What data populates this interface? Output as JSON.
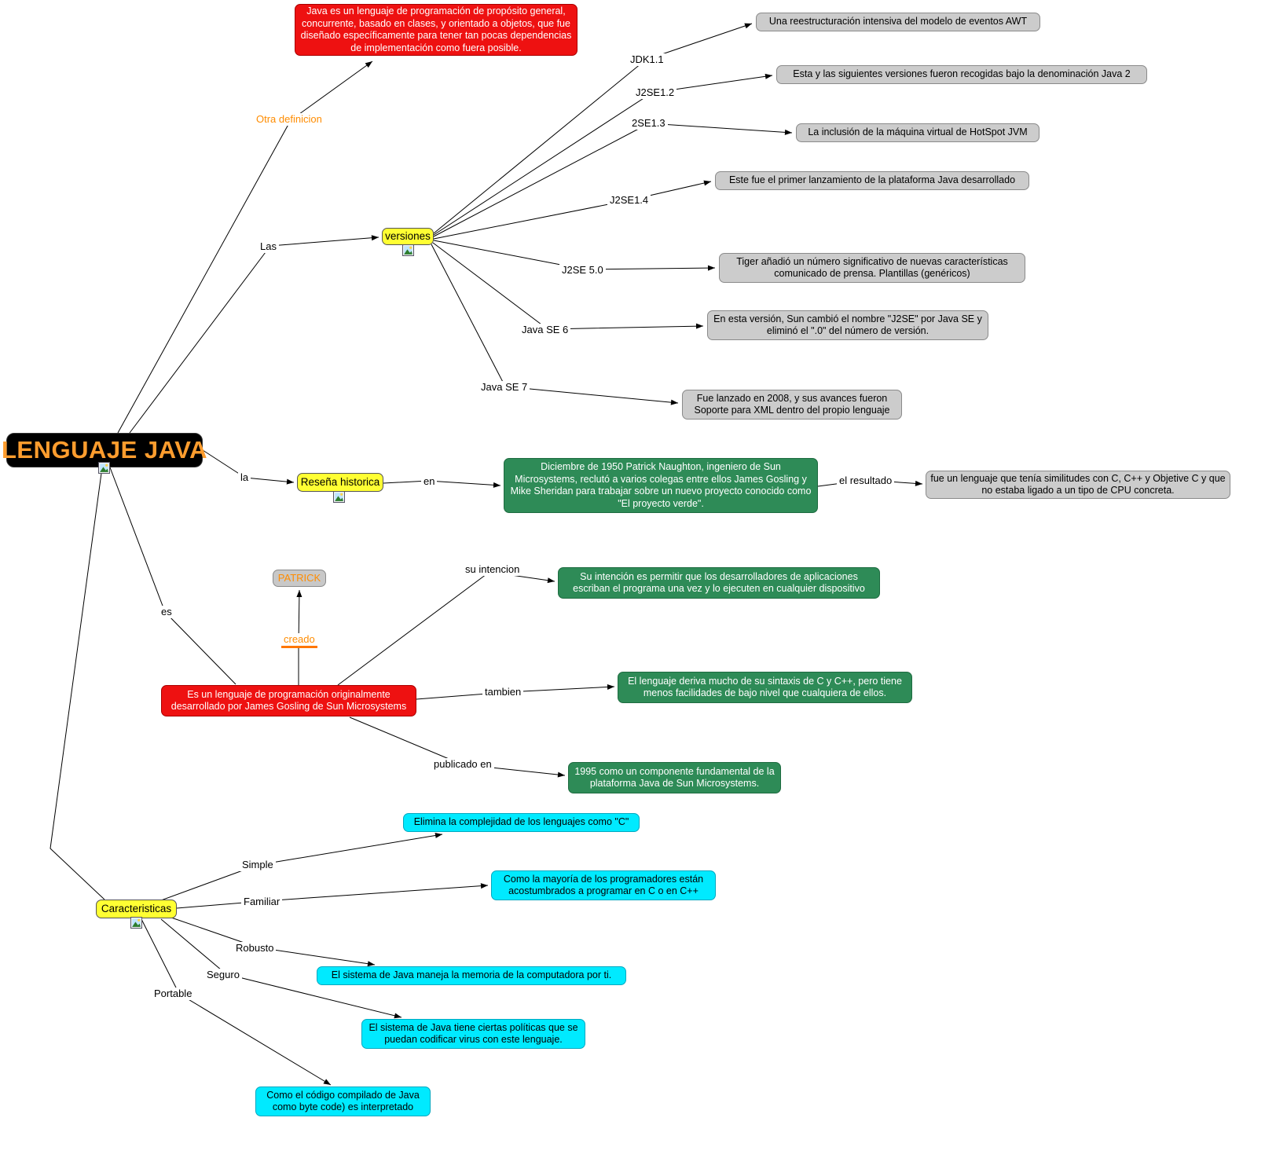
{
  "map": {
    "title": "LENGUAJE JAVA"
  },
  "definition": {
    "link": "Otra definicion",
    "text": "Java es un lenguaje de programación de propósito general, concurrente, basado en clases, y orientado a objetos, que fue diseñado específicamente para tener tan pocas dependencias de implementación como fuera posible."
  },
  "versions": {
    "hub": "versiones",
    "link": "Las",
    "items": [
      {
        "label": "JDK1.1",
        "text": "Una reestructuración intensiva del modelo de eventos AWT"
      },
      {
        "label": "J2SE1.2",
        "text": "Esta y las siguientes versiones fueron recogidas bajo la denominación Java 2"
      },
      {
        "label": "2SE1.3",
        "text": "La inclusión de la máquina virtual de HotSpot JVM"
      },
      {
        "label": "J2SE1.4",
        "text": "Este fue el primer lanzamiento de la plataforma Java desarrollado"
      },
      {
        "label": "J2SE 5.0",
        "text": "Tiger añadió un número significativo de nuevas características comunicado de prensa. Plantillas (genéricos)"
      },
      {
        "label": "Java SE 6",
        "text": "En esta versión, Sun cambió el nombre \"J2SE\" por Java SE y eliminó el \".0\" del número de versión."
      },
      {
        "label": "Java SE 7",
        "text": "Fue lanzado en 2008, y sus avances fueron Soporte para XML dentro del propio lenguaje"
      }
    ]
  },
  "history": {
    "link_la": "la",
    "hub": "Reseña historica",
    "link_en": "en",
    "text": "Diciembre de 1950 Patrick Naughton, ingeniero de Sun Microsystems, reclutó a varios colegas entre ellos James Gosling y Mike Sheridan para trabajar sobre un nuevo proyecto conocido como \"El proyecto verde\".",
    "link_result": "el resultado",
    "result": "fue un lenguaje que tenía similitudes con C, C++ y Objetive C y que no estaba ligado a un tipo de CPU concreta."
  },
  "origin": {
    "link_es": "es",
    "text": "Es un lenguaje de programación originalmente desarrollado por James Gosling de Sun Microsystems",
    "link_creado": "creado",
    "patrick": "PATRICK",
    "link_intencion": "su intencion",
    "intencion": "Su intención es permitir que los desarrolladores de aplicaciones escriban el programa una vez y lo ejecuten en cualquier dispositivo",
    "link_tambien": "tambien",
    "tambien": "El lenguaje deriva mucho de su sintaxis de C y C++, pero tiene menos facilidades de bajo nivel que cualquiera de ellos.",
    "link_publicado": "publicado en",
    "publicado": "1995 como un componente fundamental de la plataforma Java de Sun Microsystems."
  },
  "features": {
    "hub": "Caracteristicas",
    "items": [
      {
        "label": "Simple",
        "text": "Elimina la complejidad de los lenguajes como \"C\""
      },
      {
        "label": "Familiar",
        "text": "Como la mayoría de los programadores están acostumbrados a programar en C o en C++"
      },
      {
        "label": "Robusto",
        "text": "El sistema de Java maneja la memoria de la computadora por ti."
      },
      {
        "label": "Seguro",
        "text": "El sistema de Java tiene ciertas políticas que se puedan codificar virus con este lenguaje."
      },
      {
        "label": "Portable",
        "text": "Como el código compilado de Java como byte code) es interpretado"
      }
    ]
  },
  "colors": {
    "topic_bg": "#000000",
    "topic_text": "#ff9d2e",
    "concept_red": "#ee1111",
    "concept_green": "#2e8b57",
    "concept_gray": "#cccccc",
    "concept_cyan": "#00eaff",
    "concept_yellow": "#ffff33",
    "link_orange": "#ff8c00"
  }
}
